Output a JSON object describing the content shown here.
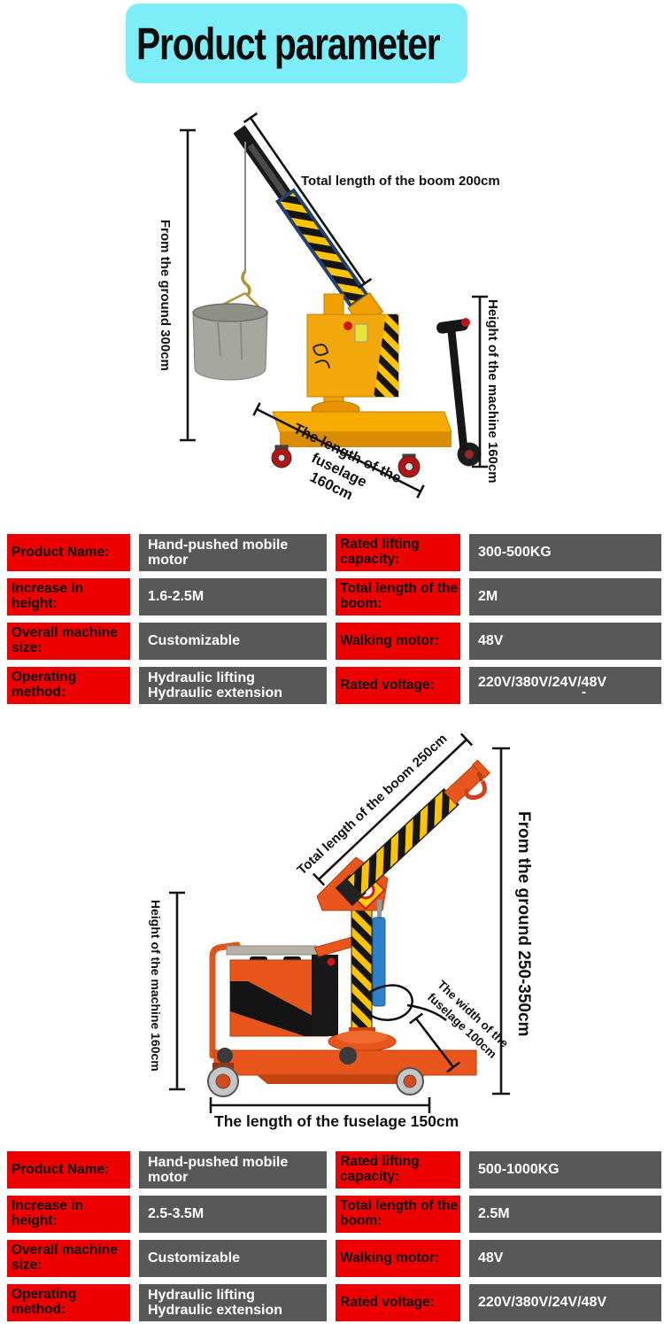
{
  "header": {
    "title": "Product parameter"
  },
  "colors": {
    "title_bg": "#7deef8",
    "label_red": "#ee0000",
    "value_gray": "#595757",
    "crane1_body": "#f2a70a",
    "crane2_body": "#e8561c",
    "hazard_yellow": "#ffc400"
  },
  "diagram1": {
    "from_ground": "From the ground 300cm",
    "boom_length": "Total length of the boom 200cm",
    "machine_height": "Height of the machine  160cm",
    "fuselage_length": "The length of the fuselage\n160cm"
  },
  "table1": {
    "rows": [
      {
        "label_a": "Product Name:",
        "value_a": "Hand-pushed mobile motor",
        "label_b": "Rated lifting capacity:",
        "value_b": "300-500KG"
      },
      {
        "label_a": "Increase in height:",
        "value_a": "1.6-2.5M",
        "label_b": "Total length of the boom:",
        "value_b": "2M"
      },
      {
        "label_a": "Overall machine size:",
        "value_a": "Customizable",
        "label_b": "Walking motor:",
        "value_b": "48V"
      },
      {
        "label_a": "Operating method:",
        "value_a": "Hydraulic lifting\nHydraulic extension",
        "label_b": "Rated voltage:",
        "value_b": "220V/380V/24V/48V",
        "value_b_note": "-"
      }
    ]
  },
  "diagram2": {
    "boom_length": "Total length of the boom 250cm",
    "from_ground": "From the ground  250-350cm",
    "machine_height": "Height of the machine  160cm",
    "fuselage_width": "The width of the\nfuselage 100cm",
    "fuselage_length": "The length of the fuselage  150cm"
  },
  "table2": {
    "rows": [
      {
        "label_a": "Product Name:",
        "value_a": "Hand-pushed mobile motor",
        "label_b": "Rated lifting capacity:",
        "value_b": "500-1000KG"
      },
      {
        "label_a": "Increase in height:",
        "value_a": "2.5-3.5M",
        "label_b": "Total length of the boom:",
        "value_b": "2.5M"
      },
      {
        "label_a": "Overall machine size:",
        "value_a": "Customizable",
        "label_b": "Walking motor:",
        "value_b": "48V"
      },
      {
        "label_a": "Operating method:",
        "value_a": "Hydraulic lifting\nHydraulic extension",
        "label_b": "Rated voltage:",
        "value_b": "220V/380V/24V/48V"
      }
    ]
  }
}
